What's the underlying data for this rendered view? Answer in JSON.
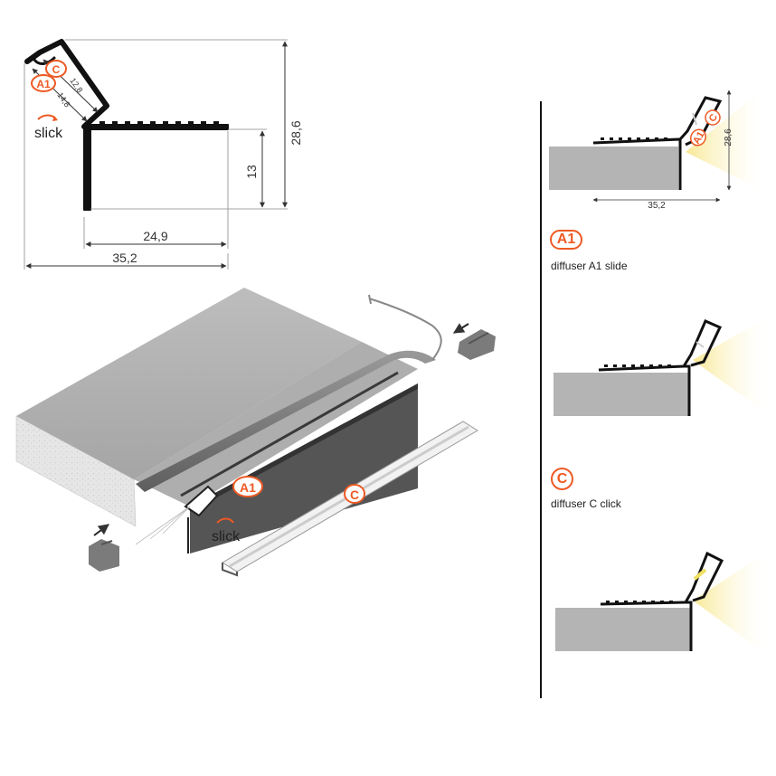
{
  "colors": {
    "accent": "#ee5a24",
    "profile": "#1a1a1a",
    "board": "#b4b4b4",
    "light": "#fff4b0"
  },
  "cross_section": {
    "dims": {
      "width_total": "35,2",
      "width_inner": "24,9",
      "height_total": "28,6",
      "height_step": "13",
      "diffuser_c": "12,8",
      "diffuser_a1": "14,8"
    },
    "labels": {
      "c": "C",
      "a1": "A1"
    },
    "brand": "slick"
  },
  "isometric": {
    "labels": {
      "a1": "A1",
      "c": "C"
    },
    "brand": "slick"
  },
  "right_panel": {
    "top_dims": {
      "width": "35,2",
      "height": "28,6"
    },
    "top_labels": {
      "a1": "A1",
      "c": "C"
    },
    "sections": [
      {
        "badge": "A1",
        "caption": "diffuser A1 slide"
      },
      {
        "badge": "C",
        "caption": "diffuser C click"
      }
    ]
  }
}
